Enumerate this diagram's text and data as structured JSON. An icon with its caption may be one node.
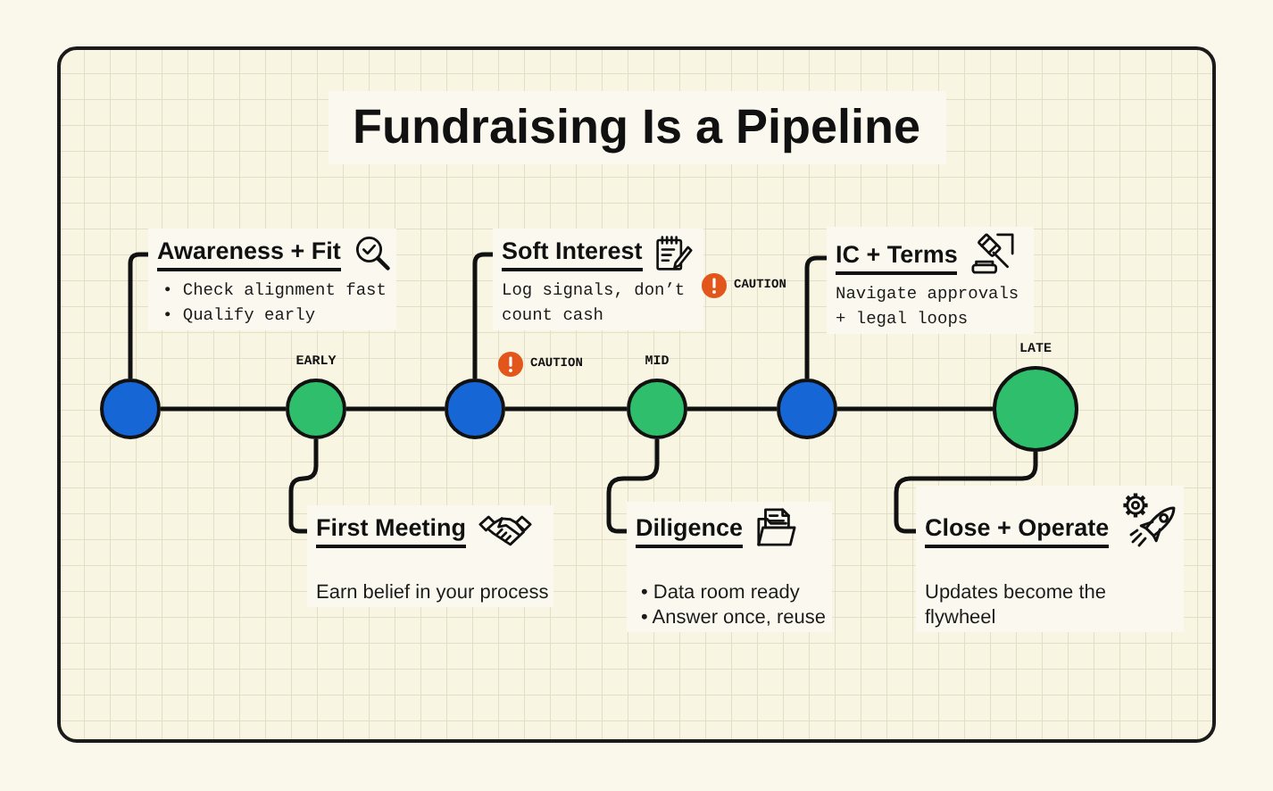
{
  "diagram": {
    "title": "Fundraising Is a Pipeline",
    "nodes": [
      {
        "text": [
          "Awareness + Fit",
          "• Check alignment fast",
          "• Qualify early"
        ]
      },
      {
        "text": [
          "Soft Interest",
          "Log signals, don’t count cash"
        ]
      },
      {
        "text": [
          "IC + Terms",
          "Navigate approvals + legal loops"
        ]
      },
      {
        "text": [],
        "shape": "circle"
      },
      {
        "text": [],
        "shape": "circle",
        "beside": [
          "EARLY"
        ]
      },
      {
        "text": [],
        "shape": "circle"
      },
      {
        "text": [],
        "shape": "circle",
        "beside": [
          "MID"
        ]
      },
      {
        "text": [],
        "shape": "circle"
      },
      {
        "text": [],
        "shape": "circle",
        "beside": [
          "LATE"
        ]
      },
      {
        "text": [
          "First Meeting",
          "Earn belief in your process"
        ]
      },
      {
        "text": [
          "Diligence",
          "• Data room ready",
          "• Answer once, reuse"
        ]
      },
      {
        "text": [
          "Close + Operate",
          "Updates become the flywheel"
        ]
      }
    ],
    "edges": [
      {
        "from": 3,
        "to": 4,
        "arrow": "none"
      },
      {
        "from": 4,
        "to": 5,
        "arrow": "none"
      },
      {
        "from": 5,
        "to": 6,
        "arrow": "none"
      },
      {
        "from": 6,
        "to": 7,
        "arrow": "none"
      },
      {
        "from": 7,
        "to": 8,
        "arrow": "none"
      },
      {
        "from": 3,
        "to": 0,
        "arrow": "none"
      },
      {
        "from": 4,
        "to": 9,
        "arrow": "none"
      },
      {
        "from": 5,
        "to": 1,
        "arrow": "none"
      },
      {
        "from": 6,
        "to": 10,
        "arrow": "none"
      },
      {
        "from": 7,
        "to": 2,
        "arrow": "none"
      },
      {
        "from": 8,
        "to": 11,
        "arrow": "none"
      }
    ],
    "labels": [
      "CAUTION",
      "CAUTION"
    ]
  }
}
